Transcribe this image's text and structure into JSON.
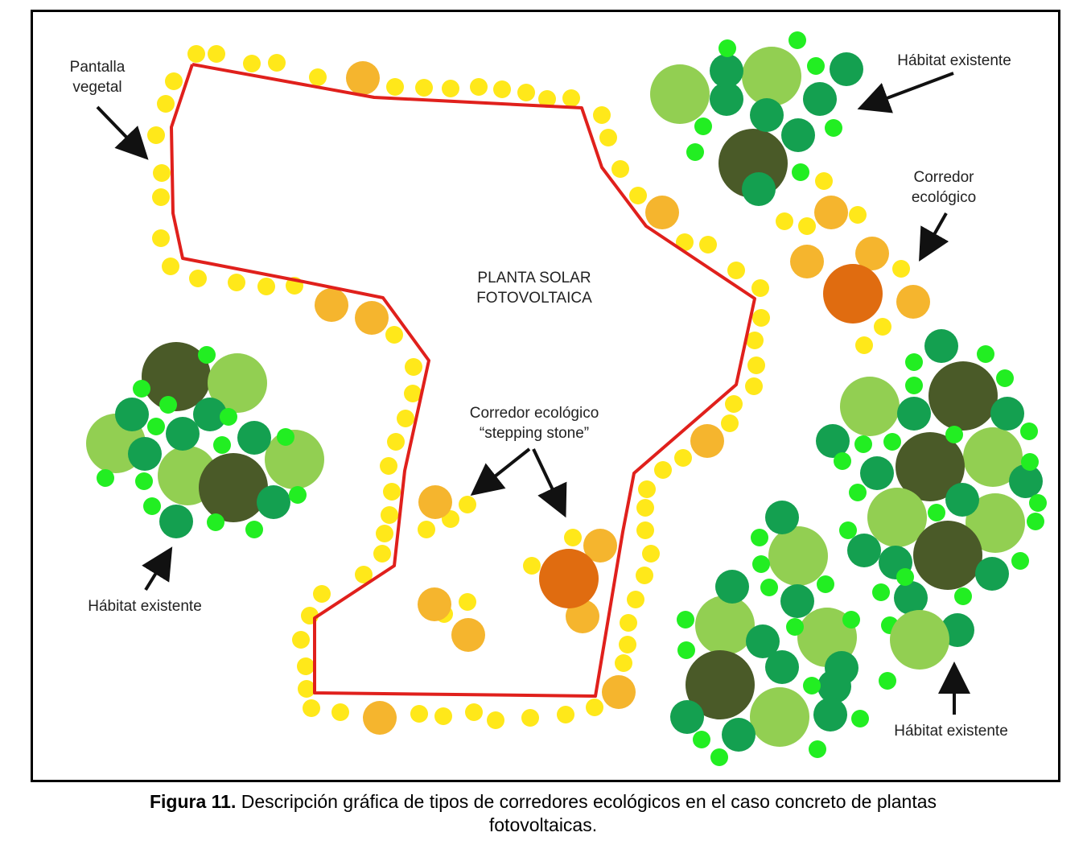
{
  "labels": {
    "pantalla_vegetal_1": "Pantalla",
    "pantalla_vegetal_2": "vegetal",
    "habitat_top": "Hábitat existente",
    "corredor_1": "Corredor",
    "corredor_2": "ecológico",
    "planta_1": "PLANTA SOLAR",
    "planta_2": "FOTOVOLTAICA",
    "stepping_1": "Corredor ecológico",
    "stepping_2": "“stepping stone”",
    "habitat_left": "Hábitat existente",
    "habitat_right": "Hábitat existente"
  },
  "caption": {
    "label": "Figura 11.",
    "text_line1": " Descripción gráfica de tipos de corredores ecológicos en el caso concreto de plantas",
    "text_line2": "fotovoltaicas."
  },
  "colors": {
    "boundary_red": "#e0201c",
    "yellow": "#ffe81a",
    "orange_light": "#f5b52e",
    "orange_dark": "#e06c10",
    "green_light": "#92cf52",
    "green_medium": "#14a050",
    "green_bright": "#22ee22",
    "green_dark": "#4a5a28"
  }
}
